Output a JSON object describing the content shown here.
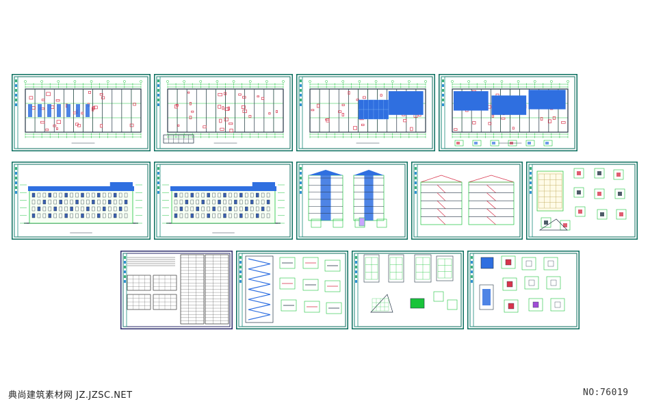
{
  "footer": {
    "site_name": "典尚建筑素材网 JZ.JZSC.NET",
    "item_number": "NO:76019"
  },
  "colors": {
    "frame": "#0a6e5e",
    "frame_inner": "#1a8a7a",
    "sheet_bg": "#ffffff",
    "line_green": "#19c43a",
    "wall_red": "#d8344c",
    "fill_blue": "#2f6fe0",
    "line_dark": "#223344",
    "frame_navy": "#2a2a6a"
  },
  "sheets": [
    {
      "name": "sheet-floor-plan-1",
      "kind": "plan",
      "blue": "partial-left"
    },
    {
      "name": "sheet-floor-plan-2",
      "kind": "plan",
      "blue": "none"
    },
    {
      "name": "sheet-roof-plan-1",
      "kind": "plan",
      "blue": "right-half"
    },
    {
      "name": "sheet-roof-plan-2",
      "kind": "plan",
      "blue": "full"
    },
    {
      "name": "sheet-elevation-front",
      "kind": "elevation",
      "blue": "roof"
    },
    {
      "name": "sheet-elevation-rear",
      "kind": "elevation",
      "blue": "roof"
    },
    {
      "name": "sheet-side-elevations",
      "kind": "side",
      "blue": "columns"
    },
    {
      "name": "sheet-sections",
      "kind": "section",
      "blue": "none"
    },
    {
      "name": "sheet-details-1",
      "kind": "details",
      "blue": "none"
    },
    {
      "name": "sheet-design-notes",
      "kind": "notes",
      "blue": "none"
    },
    {
      "name": "sheet-stair-details",
      "kind": "stair",
      "blue": "none"
    },
    {
      "name": "sheet-details-2",
      "kind": "details2",
      "blue": "none"
    },
    {
      "name": "sheet-details-3",
      "kind": "details3",
      "blue": "some"
    }
  ]
}
